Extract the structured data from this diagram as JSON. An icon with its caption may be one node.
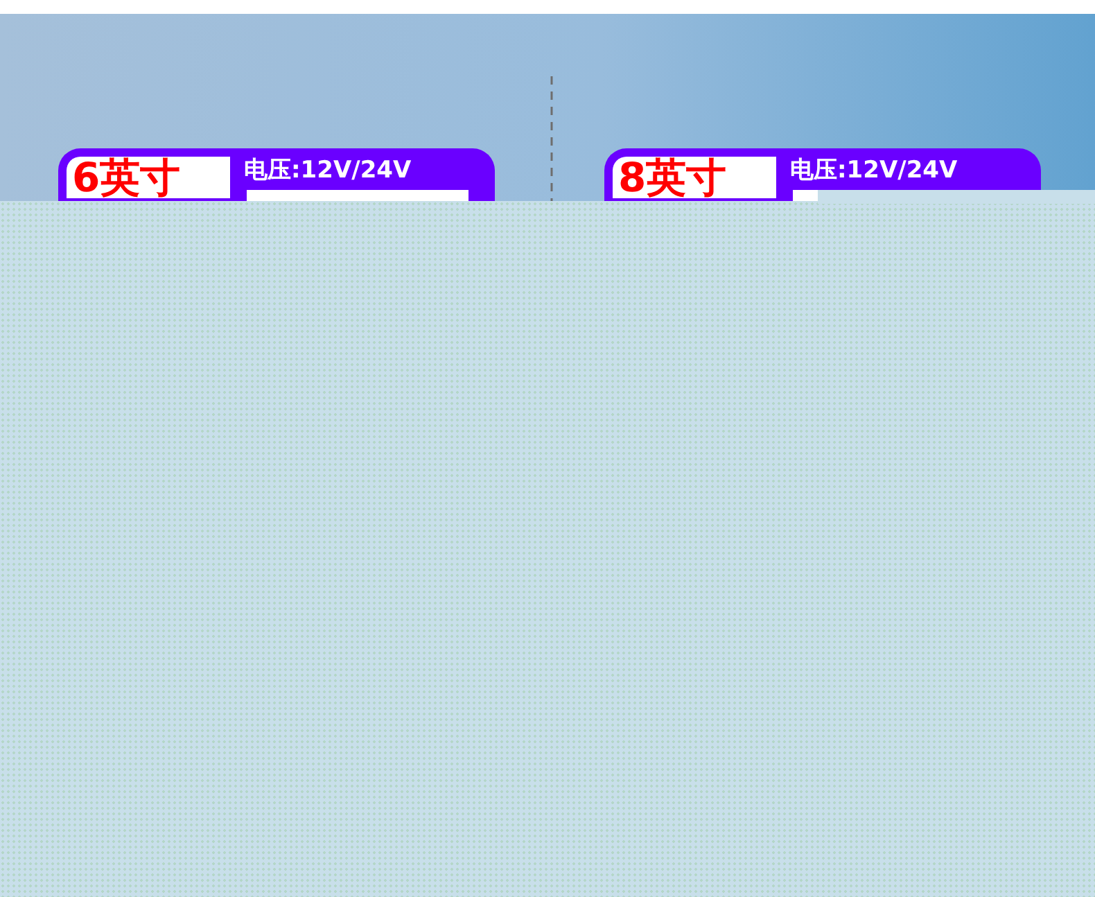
{
  "diagram": {
    "nodes": [
      {
        "text": [
          "6英寸",
          "电压:12V/24V"
        ]
      },
      {
        "text": [
          "8英寸",
          "电压:12V/24V"
        ]
      }
    ]
  }
}
